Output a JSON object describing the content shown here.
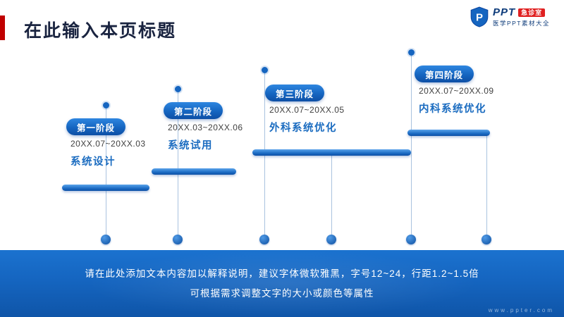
{
  "slide": {
    "title": "在此输入本页标题",
    "footer": {
      "line1": "请在此处添加文本内容加以解释说明，建议字体微软雅黑，字号12~24，行距1.2~1.5倍",
      "line2": "可根据需求调整文字的大小或颜色等属性",
      "watermark": "www.ppter.com"
    }
  },
  "logo": {
    "brand": "PPT",
    "badge": "急诊室",
    "subtitle": "医学PPT素材大全",
    "shield_letter": "P"
  },
  "stages": [
    {
      "label": "第一阶段",
      "date": "20XX.07~20XX.03",
      "title": "系统设计"
    },
    {
      "label": "第二阶段",
      "date": "20XX.03~20XX.06",
      "title": "系统试用"
    },
    {
      "label": "第三阶段",
      "date": "20XX.07~20XX.05",
      "title": "外科系统优化"
    },
    {
      "label": "第四阶段",
      "date": "20XX.07~20XX.09",
      "title": "内科系统优化"
    }
  ],
  "colors": {
    "primary_blue": "#1565c0",
    "dark_blue": "#0d4fa5",
    "title_navy": "#1a2440",
    "accent_red": "#c00000",
    "badge_red": "#e02020",
    "band_blue": "#1565c0"
  }
}
